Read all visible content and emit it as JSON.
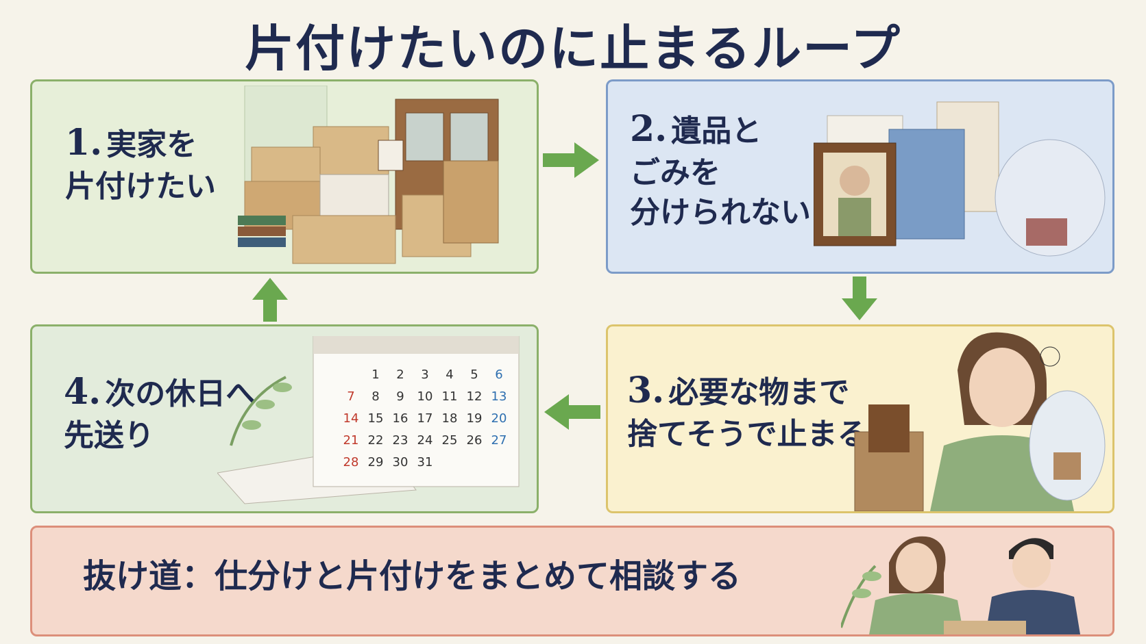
{
  "title": "片付けたいのに止まるループ",
  "steps": [
    {
      "number": "1.",
      "lines": [
        "実家を",
        "片付けたい"
      ]
    },
    {
      "number": "2.",
      "lines": [
        "遺品と",
        "ごみを",
        "分けられない"
      ]
    },
    {
      "number": "3.",
      "lines": [
        "必要な物まで",
        "捨てそうで止まる"
      ]
    },
    {
      "number": "4.",
      "lines": [
        "次の休日へ",
        "先送り"
      ]
    }
  ],
  "solution": "抜け道：仕分けと片付けをまとめて相談する",
  "calendar": {
    "row1": [
      "1",
      "2",
      "3",
      "4",
      "5",
      "6"
    ],
    "row2": [
      "7",
      "8",
      "9",
      "10",
      "11",
      "12",
      "13"
    ],
    "row3": [
      "14",
      "15",
      "16",
      "17",
      "18",
      "19",
      "20"
    ],
    "row4": [
      "21",
      "22",
      "23",
      "24",
      "25",
      "26",
      "27"
    ],
    "row5": [
      "28",
      "29",
      "30",
      "31"
    ]
  },
  "colors": {
    "title": "#1f2a4f",
    "arrow": "#6aa84f",
    "step1_bg": "#e7efd9",
    "step2_bg": "#dce6f3",
    "step3_bg": "#faf1cf",
    "step4_bg": "#e3ecdc",
    "solution_bg": "#f5d9cc",
    "sunday": "#c0392b",
    "saturday": "#2e6fb0"
  },
  "icons": [
    "cardboard-boxes-illustration",
    "memorial-items-illustration",
    "worried-woman-illustration",
    "calendar-illustration",
    "consultation-illustration",
    "arrow-icon"
  ]
}
